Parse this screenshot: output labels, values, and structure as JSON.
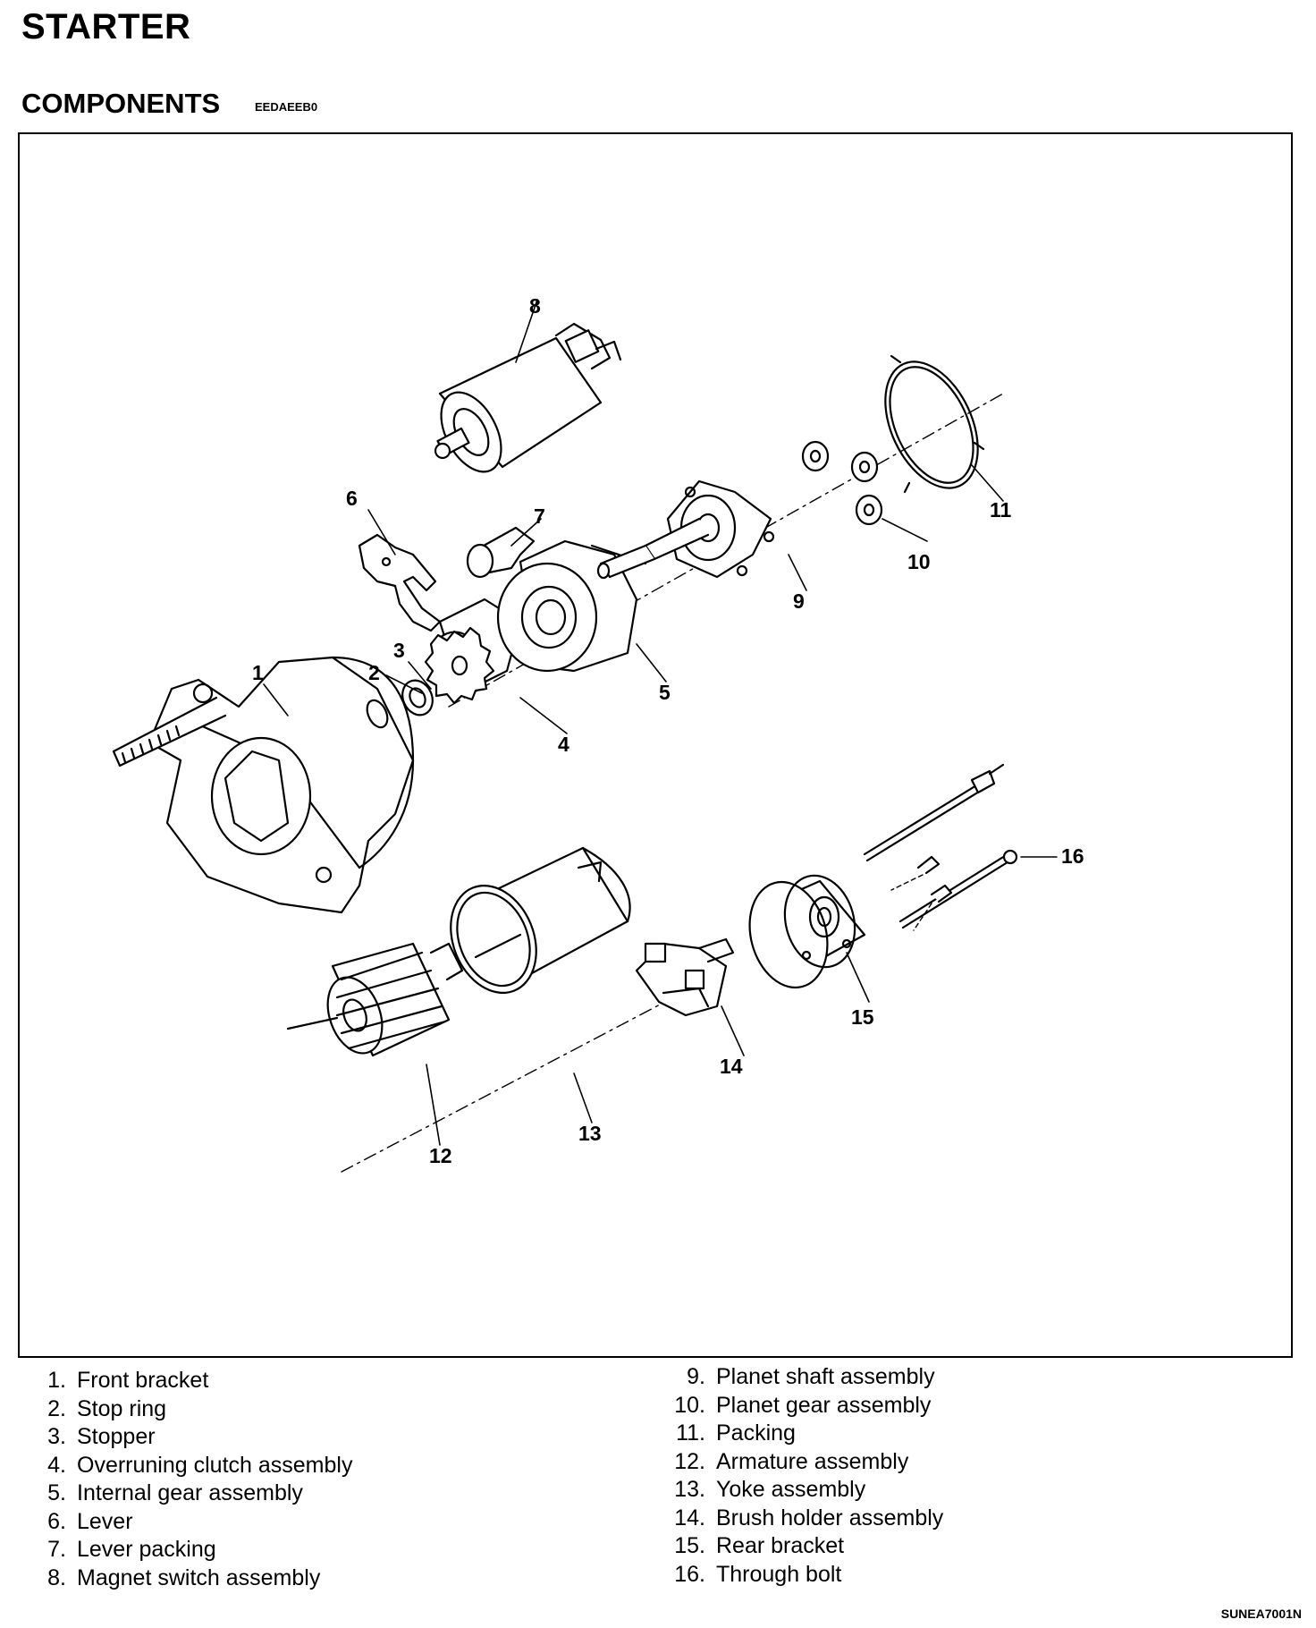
{
  "header": {
    "title": "STARTER",
    "section": "COMPONENTS",
    "section_code": "EEDAEEB0"
  },
  "diagram": {
    "callouts": [
      "1",
      "2",
      "3",
      "4",
      "5",
      "6",
      "7",
      "8",
      "9",
      "10",
      "11",
      "12",
      "13",
      "14",
      "15",
      "16"
    ]
  },
  "legend": {
    "left": [
      {
        "num": "1.",
        "label": "Front bracket"
      },
      {
        "num": "2.",
        "label": "Stop ring"
      },
      {
        "num": "3.",
        "label": "Stopper"
      },
      {
        "num": "4.",
        "label": "Overruning clutch assembly"
      },
      {
        "num": "5.",
        "label": "Internal gear assembly"
      },
      {
        "num": "6.",
        "label": "Lever"
      },
      {
        "num": "7.",
        "label": "Lever packing"
      },
      {
        "num": "8.",
        "label": "Magnet switch assembly"
      }
    ],
    "right": [
      {
        "num": "9.",
        "label": "Planet shaft assembly"
      },
      {
        "num": "10.",
        "label": "Planet gear assembly"
      },
      {
        "num": "11.",
        "label": "Packing"
      },
      {
        "num": "12.",
        "label": "Armature assembly"
      },
      {
        "num": "13.",
        "label": "Yoke assembly"
      },
      {
        "num": "14.",
        "label": "Brush holder assembly"
      },
      {
        "num": "15.",
        "label": "Rear bracket"
      },
      {
        "num": "16.",
        "label": "Through bolt"
      }
    ]
  },
  "figure_code": "SUNEA7001N"
}
